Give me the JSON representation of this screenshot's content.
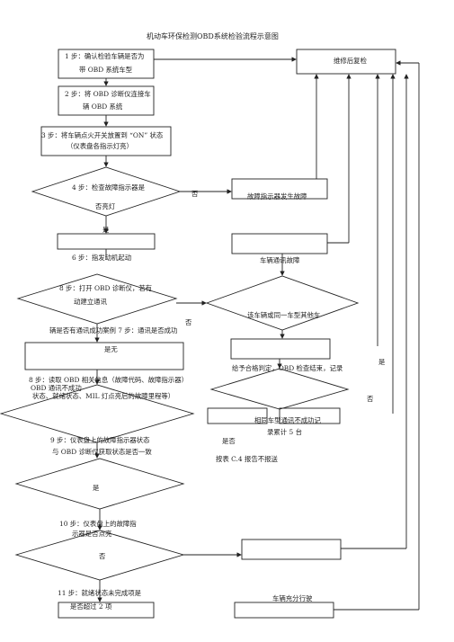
{
  "title": "机动车环保检测OBD系统检验流程示意图",
  "step1_a": "1 步：确认检验车辆是否为",
  "step1_b": "带 OBD 系统车型",
  "step2_a": "2 步：将 OBD 诊断仪连接车",
  "step2_b": "辆 OBD 系统",
  "step3_a": "3 步：将车辆点火开关放置到 “ON” 状态",
  "step3_b": "（仪表盘各指示灯亮）",
  "step4_a": "4 步：检查故障指示器是",
  "step4_b": "否亮灯",
  "no_label_1": "否",
  "yes_small": "是",
  "fault_indicator": "故障指示器发生故障",
  "step6_a": "6 步：指发动机起动",
  "vehicle_comm_fault": "车辆通讯故障",
  "step8_a": "8 步：打开 OBD 诊断仪，若有",
  "step8_b": "动建立通讯",
  "same_model_check": "该车辆或同一车型其他车",
  "no_label_2": "否",
  "comm_success_line": "辆是否有通讯成功案例 7 步：通讯是否成功",
  "yes_no_line": "是无",
  "pass_check_record": "给予合格判定，OBD 检查结束，记录",
  "yes_label_right": "是",
  "no_label_right": "否",
  "step9_a": "8 步：读取 OBD 相关信息（故障代码、故障指示器）",
  "step9_b": "OBD 通讯不成功",
  "step9_c": "状态、就绪状态、MIL 灯点亮后的故障里程等）",
  "same_model_records": "相同车型通讯不成功记",
  "records_count": "录累计 5 台",
  "step9x_a": "9 步：仪表盘上的故障指示器状态",
  "step9x_b": "与 OBD 诊断仪获取状态是否一致",
  "yes_no_2": "是否",
  "report_note": "按表 C.4 报告不报送",
  "yes_label_3": "是",
  "step10_a": "10 步：仪表盘上的故障指",
  "step10_b": "示器是否点亮",
  "no_label_3": "否",
  "step11_a": "11 步：就绪状态未完成项是",
  "step11_b": "是否超过 2 项",
  "repair_recheck": "维修后复检",
  "vehicle_fully_driven": "车辆充分行驶"
}
